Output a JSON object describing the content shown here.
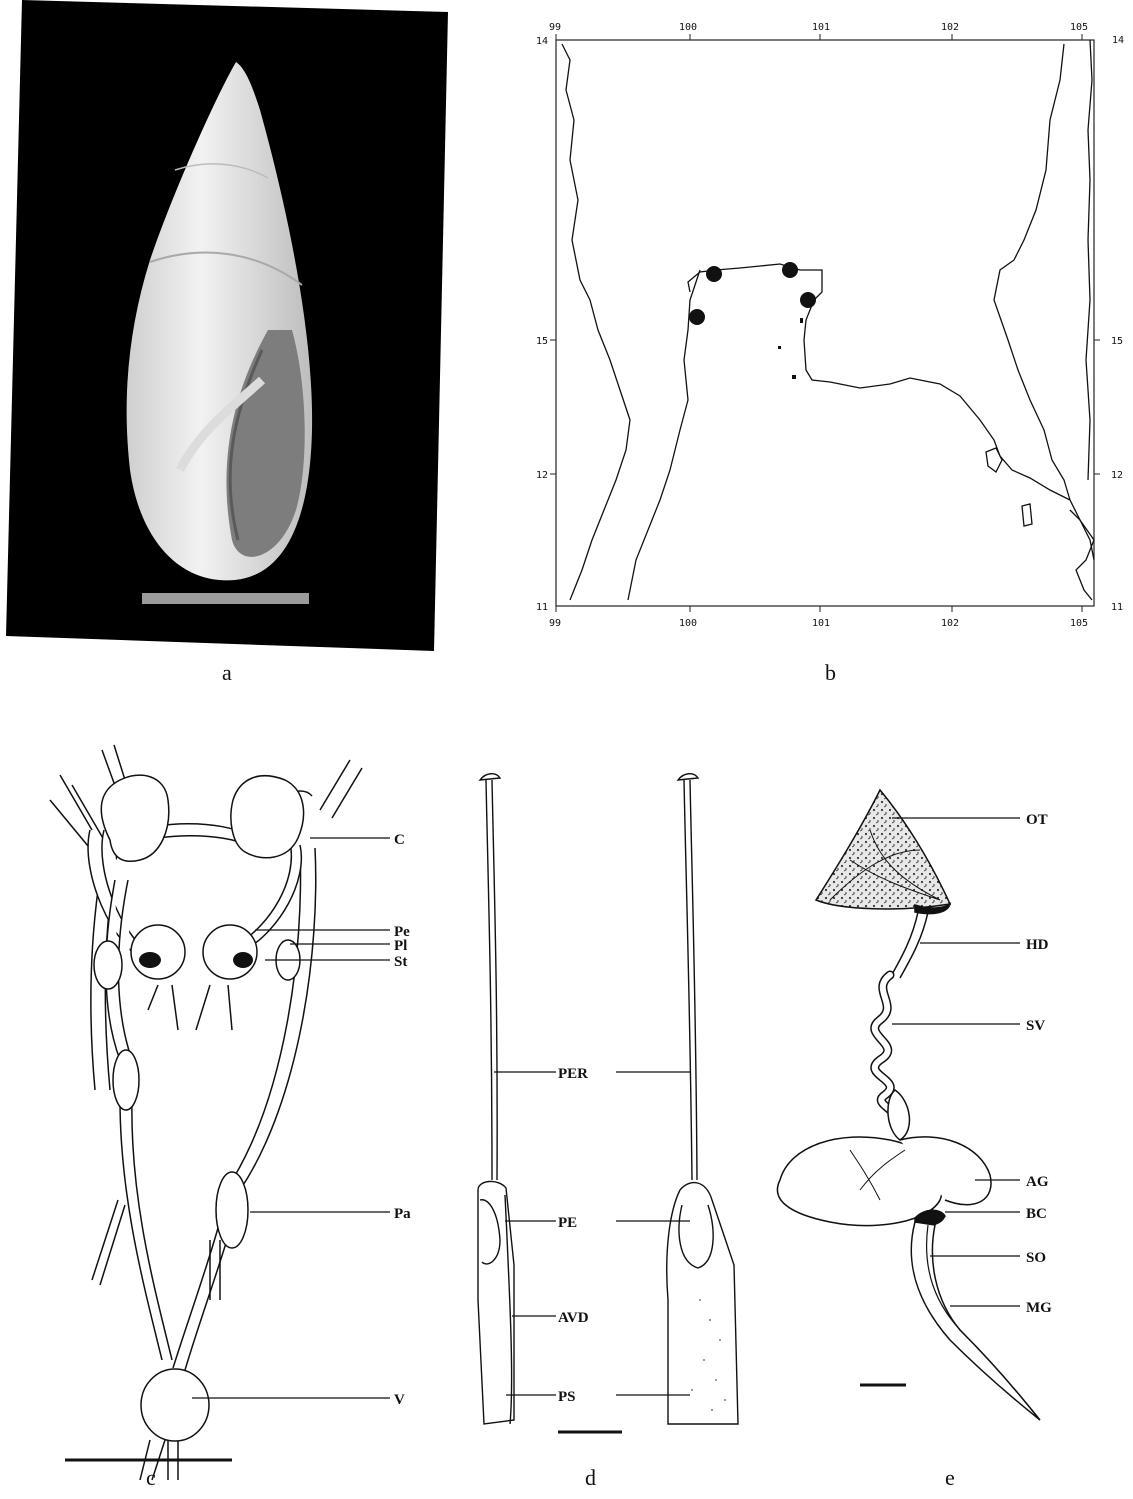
{
  "panels": {
    "a": "a",
    "b": "b",
    "c": "c",
    "d": "d",
    "e": "e"
  },
  "map": {
    "lon_top": [
      "99",
      "100",
      "101",
      "102",
      "105",
      "14"
    ],
    "lon_bottom": [
      "99",
      "100",
      "101",
      "102",
      "105"
    ],
    "lat_left": [
      "14",
      "15",
      "12",
      "11"
    ],
    "lat_right": [
      "15",
      "12",
      "11"
    ],
    "localities": 4
  },
  "labels_c": [
    "C",
    "Pe",
    "Pl",
    "St",
    "Pa",
    "V"
  ],
  "labels_d": [
    "PER",
    "PE",
    "AVD",
    "PS"
  ],
  "labels_e": [
    "OT",
    "HD",
    "SV",
    "AG",
    "BC",
    "SO",
    "MG"
  ]
}
